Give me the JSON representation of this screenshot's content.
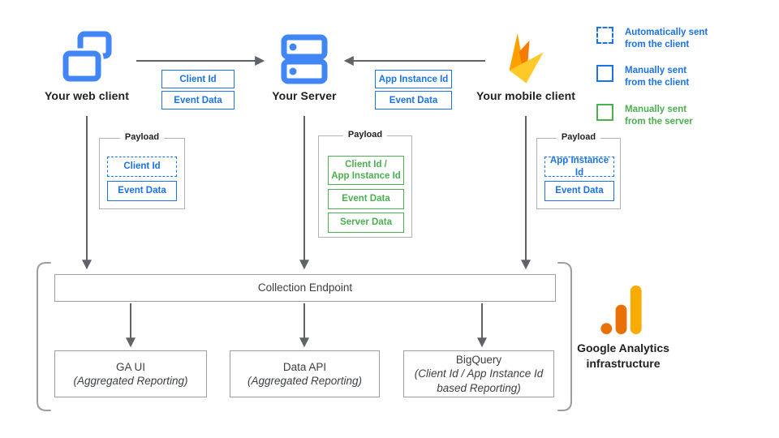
{
  "colors": {
    "blue_accent": "#1a73e8",
    "icon_blue": "#4285f4",
    "green_accent": "#4caf50",
    "arrow_gray": "#5f6368",
    "box_border_gray": "#9e9e9e",
    "firebase_amber": "#FFA000",
    "firebase_orange": "#F57C00",
    "firebase_yellow": "#FFCA28",
    "ga_orange": "#E8710A",
    "ga_amber": "#F9AB00"
  },
  "nodes": {
    "web_client": {
      "label": "Your web client"
    },
    "server": {
      "label": "Your Server"
    },
    "mobile_client": {
      "label": "Your mobile client"
    }
  },
  "flow_labels": {
    "web_to_server": [
      "Client Id",
      "Event Data"
    ],
    "mobile_to_server": [
      "App Instance Id",
      "Event Data"
    ]
  },
  "legend": {
    "items": [
      {
        "label": "Automatically sent\nfrom the client",
        "style": "dashed-blue"
      },
      {
        "label": "Manually sent\nfrom the client",
        "style": "solid-blue"
      },
      {
        "label": "Manually sent\nfrom the server",
        "style": "solid-green"
      }
    ]
  },
  "payloads": [
    {
      "title": "Payload",
      "items": [
        {
          "label": "Client Id",
          "style": "dashed-blue"
        },
        {
          "label": "Event Data",
          "style": "solid-blue"
        }
      ]
    },
    {
      "title": "Payload",
      "items": [
        {
          "label": "Client Id /\nApp Instance Id",
          "style": "solid-green"
        },
        {
          "label": "Event Data",
          "style": "solid-green"
        },
        {
          "label": "Server Data",
          "style": "solid-green"
        }
      ]
    },
    {
      "title": "Payload",
      "items": [
        {
          "label": "App Instance Id",
          "style": "dashed-blue"
        },
        {
          "label": "Event Data",
          "style": "solid-blue"
        }
      ]
    }
  ],
  "infrastructure": {
    "collection_endpoint": "Collection Endpoint",
    "outputs": [
      {
        "title": "GA UI",
        "subtitle": "(Aggregated Reporting)"
      },
      {
        "title": "Data API",
        "subtitle": "(Aggregated Reporting)"
      },
      {
        "title": "BigQuery",
        "subtitle": "(Client Id / App Instance Id\nbased Reporting)"
      }
    ],
    "brand_label": "Google Analytics\ninfrastructure"
  }
}
